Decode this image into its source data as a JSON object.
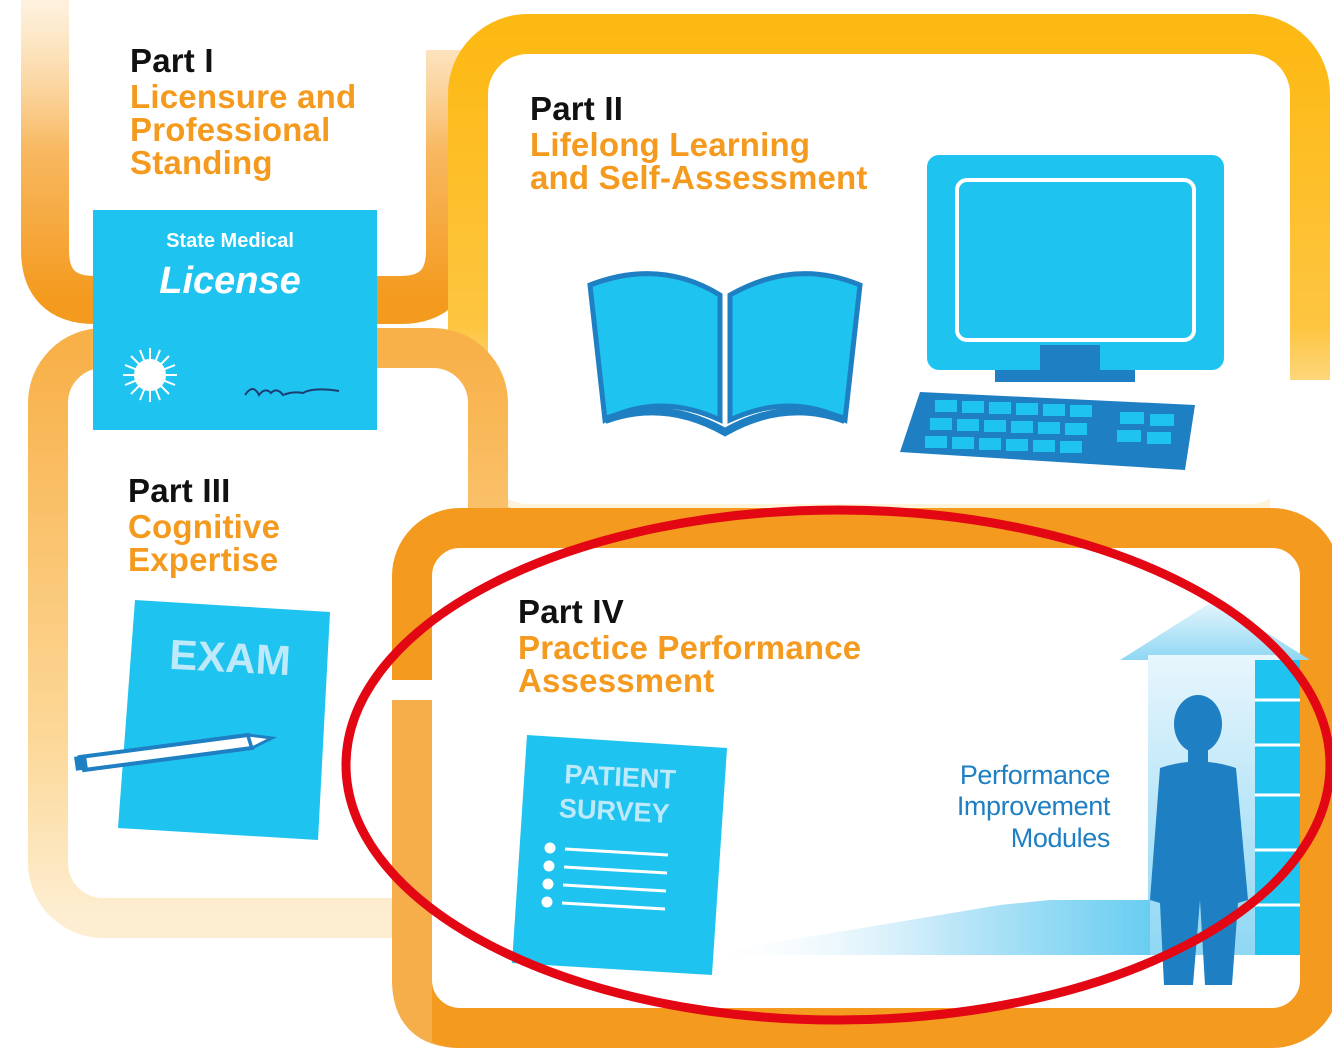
{
  "parts": [
    {
      "number": "Part I",
      "title_lines": [
        "Licensure and",
        "Professional",
        "Standing"
      ]
    },
    {
      "number": "Part II",
      "title_lines": [
        "Lifelong Learning",
        "and Self-Assessment"
      ]
    },
    {
      "number": "Part III",
      "title_lines": [
        "Cognitive",
        "Expertise"
      ]
    },
    {
      "number": "Part IV",
      "title_lines": [
        "Practice Performance",
        "Assessment"
      ]
    }
  ],
  "license_card": {
    "heading": "State Medical",
    "word": "License"
  },
  "exam_card": {
    "word": "EXAM"
  },
  "survey_card": {
    "line1": "PATIENT",
    "line2": "SURVEY"
  },
  "pim": {
    "lines": [
      "Performance",
      "Improvement",
      "Modules"
    ]
  },
  "colors": {
    "orange": "#f49a1e",
    "orange_light": "#fcd27d",
    "yellow": "#fdb913",
    "blue": "#1ec3ef",
    "blue_dark": "#1e7fc3",
    "highlight_red": "#e30613"
  }
}
